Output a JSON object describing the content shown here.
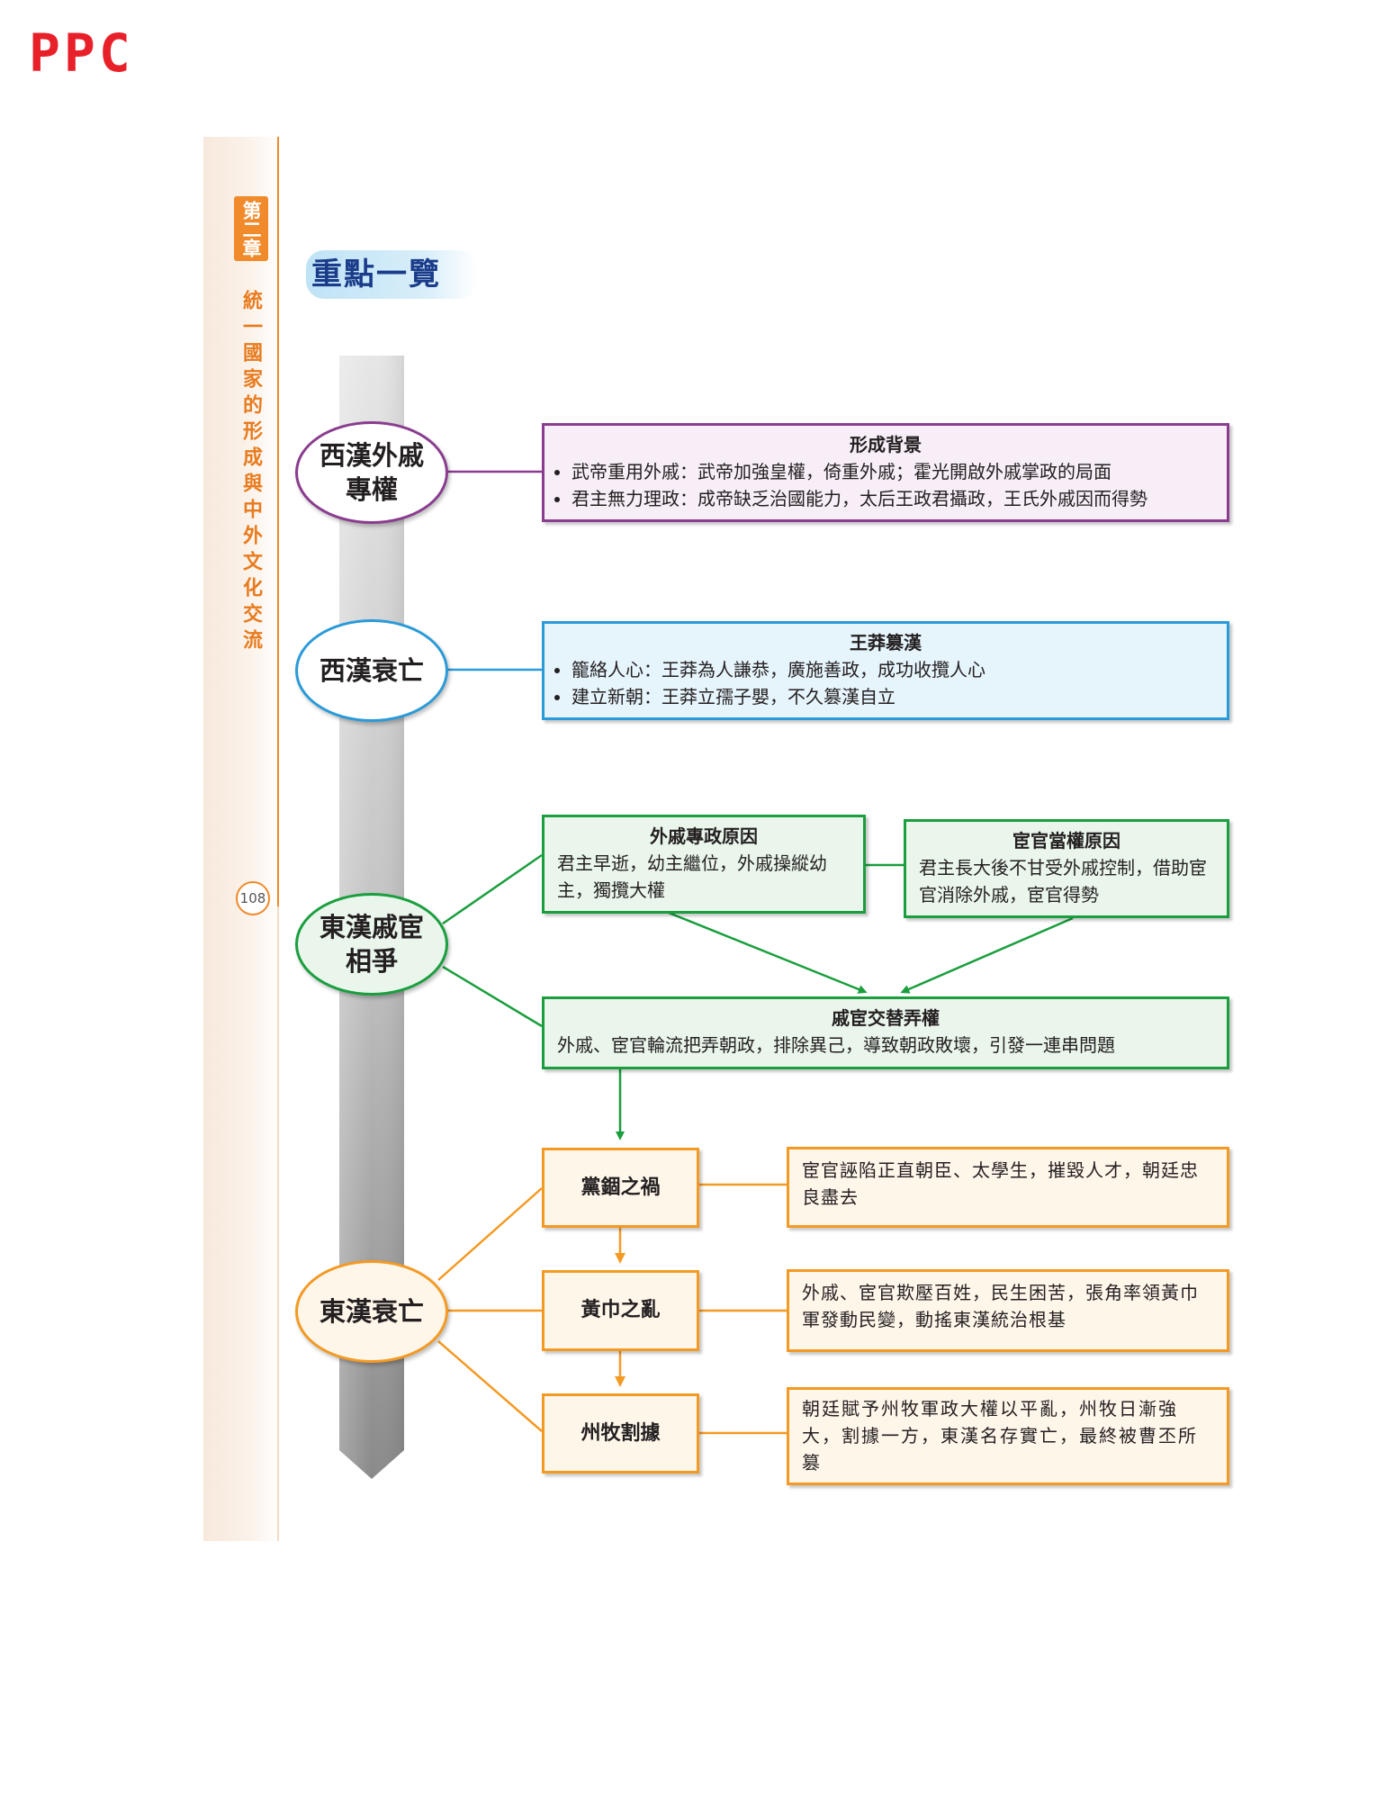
{
  "logo": "PPC",
  "sidebar": {
    "chapter_label": "第二章",
    "chapter_title": "統一國家的形成與中外文化交流",
    "page_number": "108"
  },
  "heading": "重點一覽",
  "nodes": {
    "n1": "西漢外戚\n專權",
    "n2": "西漢衰亡",
    "n3": "東漢戚宦\n相爭",
    "n4": "東漢衰亡"
  },
  "boxes": {
    "b1": {
      "title": "形成背景",
      "items": [
        "武帝重用外戚：武帝加強皇權，倚重外戚；霍光開啟外戚掌政的局面",
        "君主無力理政：成帝缺乏治國能力，太后王政君攝政，王氏外戚因而得勢"
      ]
    },
    "b2": {
      "title": "王莽篡漢",
      "items": [
        "籠絡人心：王莽為人謙恭，廣施善政，成功收攬人心",
        "建立新朝：王莽立孺子嬰，不久篡漢自立"
      ]
    },
    "b3": {
      "title": "外戚專政原因",
      "text": "君主早逝，幼主繼位，外戚操縱幼主，獨攬大權"
    },
    "b4": {
      "title": "宦官當權原因",
      "text": "君主長大後不甘受外戚控制，借助宦官消除外戚，宦官得勢"
    },
    "b5": {
      "title": "戚宦交替弄權",
      "text": "外戚、宦官輪流把弄朝政，排除異己，導致朝政敗壞，引發一連串問題"
    },
    "e1": {
      "label": "黨錮之禍",
      "desc": "宦官誣陷正直朝臣、太學生，摧毀人才，朝廷忠良盡去"
    },
    "e2": {
      "label": "黃巾之亂",
      "desc": "外戚、宦官欺壓百姓，民生困苦，張角率領黃巾軍發動民變，動搖東漢統治根基"
    },
    "e3": {
      "label": "州牧割據",
      "desc": "朝廷賦予州牧軍政大權以平亂，州牧日漸強大，割據一方，東漢名存實亡，最終被曹丕所篡"
    }
  },
  "colors": {
    "purple": "#8a3c8f",
    "blue": "#2a9ad8",
    "green": "#1a9e3e",
    "orange": "#f39a24",
    "accent": "#f08a2a"
  }
}
